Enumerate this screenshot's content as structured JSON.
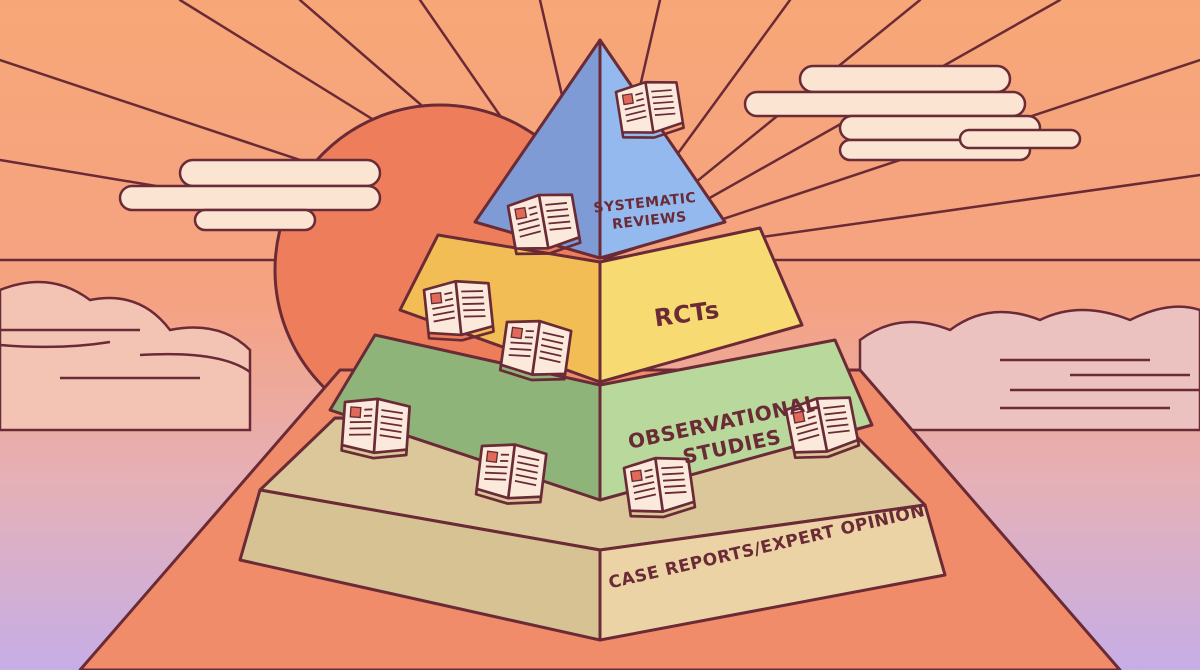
{
  "tiers": [
    {
      "id": "systematic-reviews",
      "lines": [
        "SYSTEMATIC",
        "REVIEWS"
      ],
      "color": "#fde3a0"
    },
    {
      "id": "rcts",
      "lines": [
        "RCTs"
      ],
      "color": "#f8da72"
    },
    {
      "id": "observational-studies",
      "lines": [
        "OBSERVATIONAL",
        "STUDIES"
      ],
      "color": "#b9d89b"
    },
    {
      "id": "case-reports-expert-opinion",
      "lines": [
        "CASE REPORTS/EXPERT OPINION"
      ],
      "color": "#ead2a6"
    }
  ],
  "colors": {
    "outline": "#6a2a36",
    "sun": "#ee7e5b",
    "cloud": "#fbe5d2",
    "ground": "#f08c6a",
    "sky_top": "#f7a777",
    "sky_bottom": "#c8aee6",
    "top_left": "#7f9bd6",
    "top_right": "#93b9ee"
  },
  "icons": [
    "open-book-icon"
  ]
}
